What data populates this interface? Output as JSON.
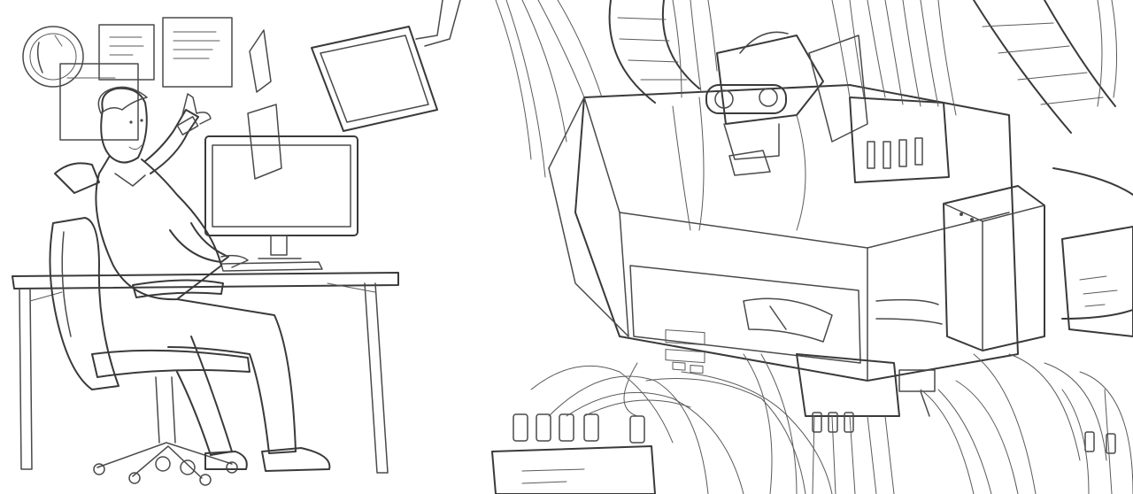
{
  "scene": {
    "background_color": "#ffffff",
    "ink_color": "#4a4a4a",
    "panels": [
      {
        "id": "office",
        "subject": "man-at-desk"
      },
      {
        "id": "machine",
        "subject": "cable-machine"
      }
    ]
  }
}
